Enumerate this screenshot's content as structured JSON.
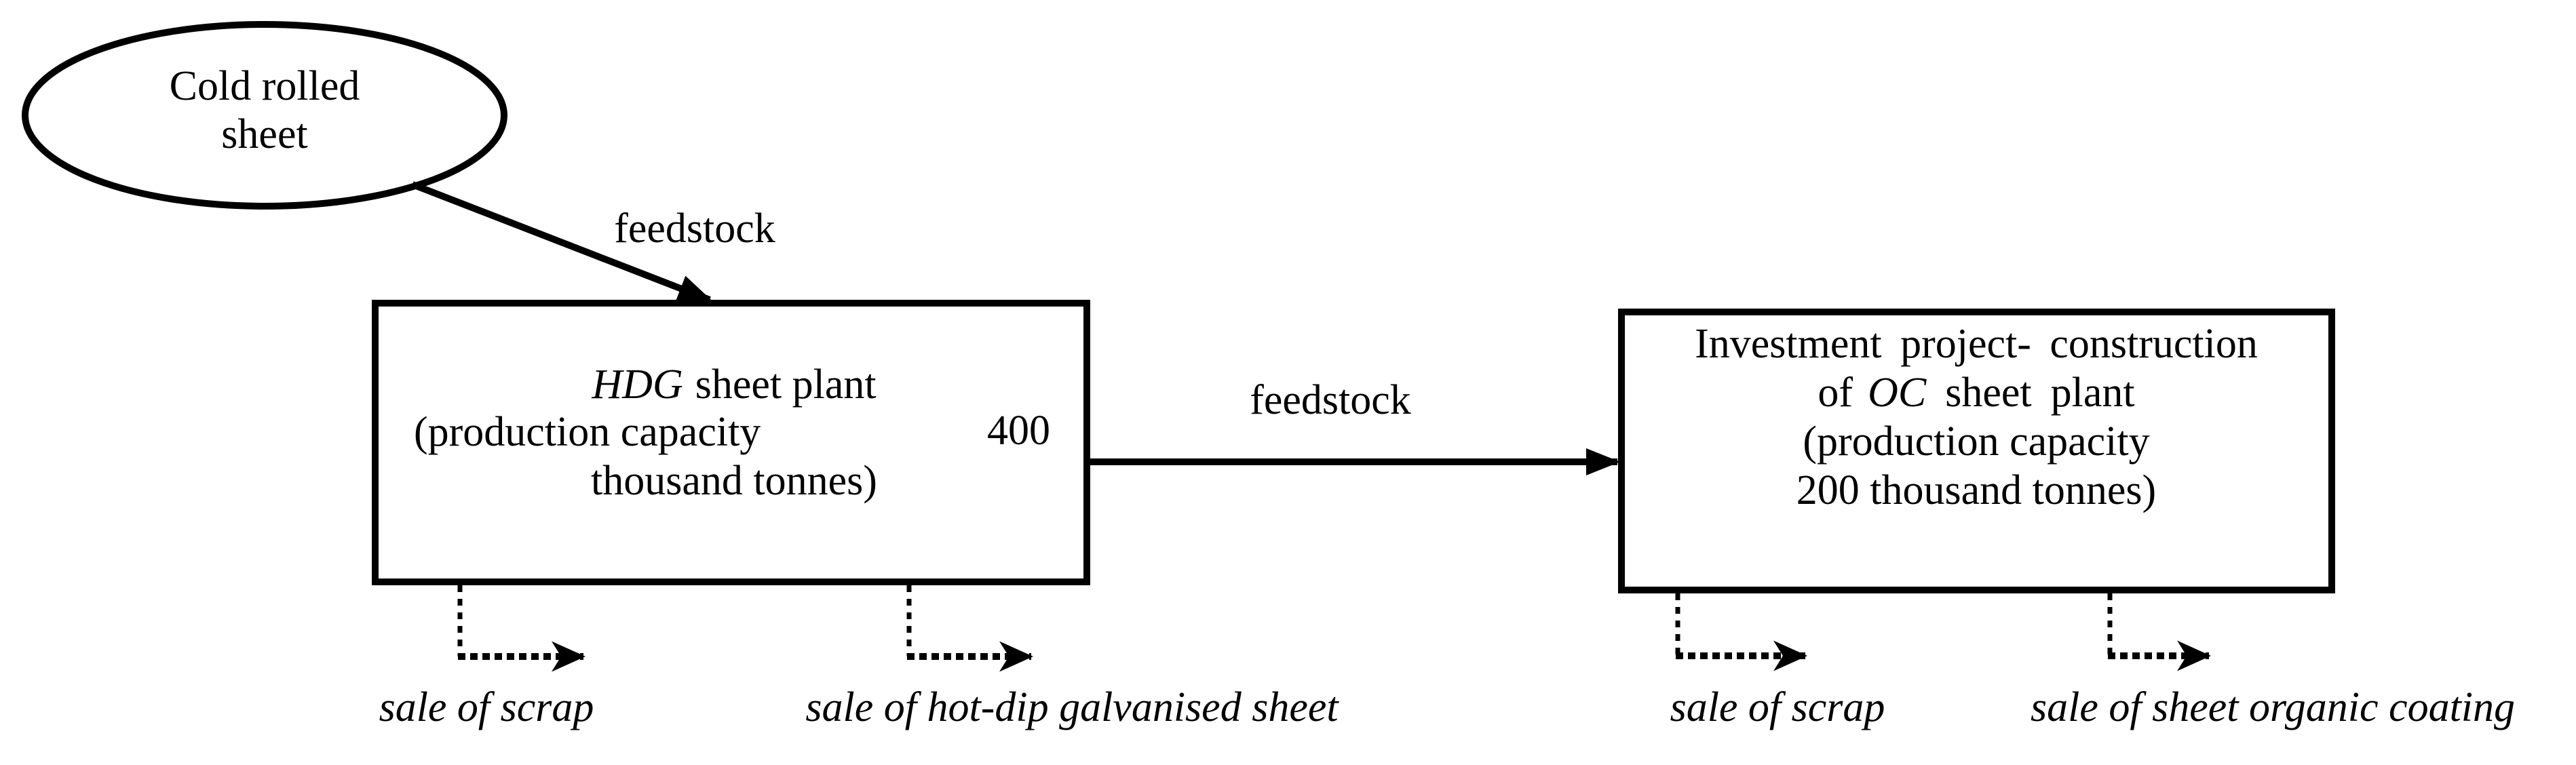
{
  "diagram": {
    "ellipse": {
      "line1": "Cold rolled",
      "line2": "sheet"
    },
    "arrows": {
      "feedstock1": "feedstock",
      "feedstock2": "feedstock"
    },
    "hdg_box": {
      "title_italic": "HDG",
      "title_rest": "sheet plant",
      "line2_left": "(production capacity",
      "line2_value": "400",
      "line3": "thousand tonnes)"
    },
    "oc_box": {
      "line1": "Investment project- construction",
      "line2_of": "of",
      "line2_italic": "OC",
      "line2_sheet": "sheet",
      "line2_plant": "plant",
      "line3": "(production capacity",
      "line4": "200 thousand tonnes)"
    },
    "sale_labels": {
      "hdg_scrap": "sale of scrap",
      "hdg_product": "sale of hot-dip galvanised sheet",
      "oc_scrap": "sale of scrap",
      "oc_product": "sale of sheet organic coating"
    },
    "colors": {
      "ink": "#000000",
      "background": "#ffffff"
    }
  }
}
